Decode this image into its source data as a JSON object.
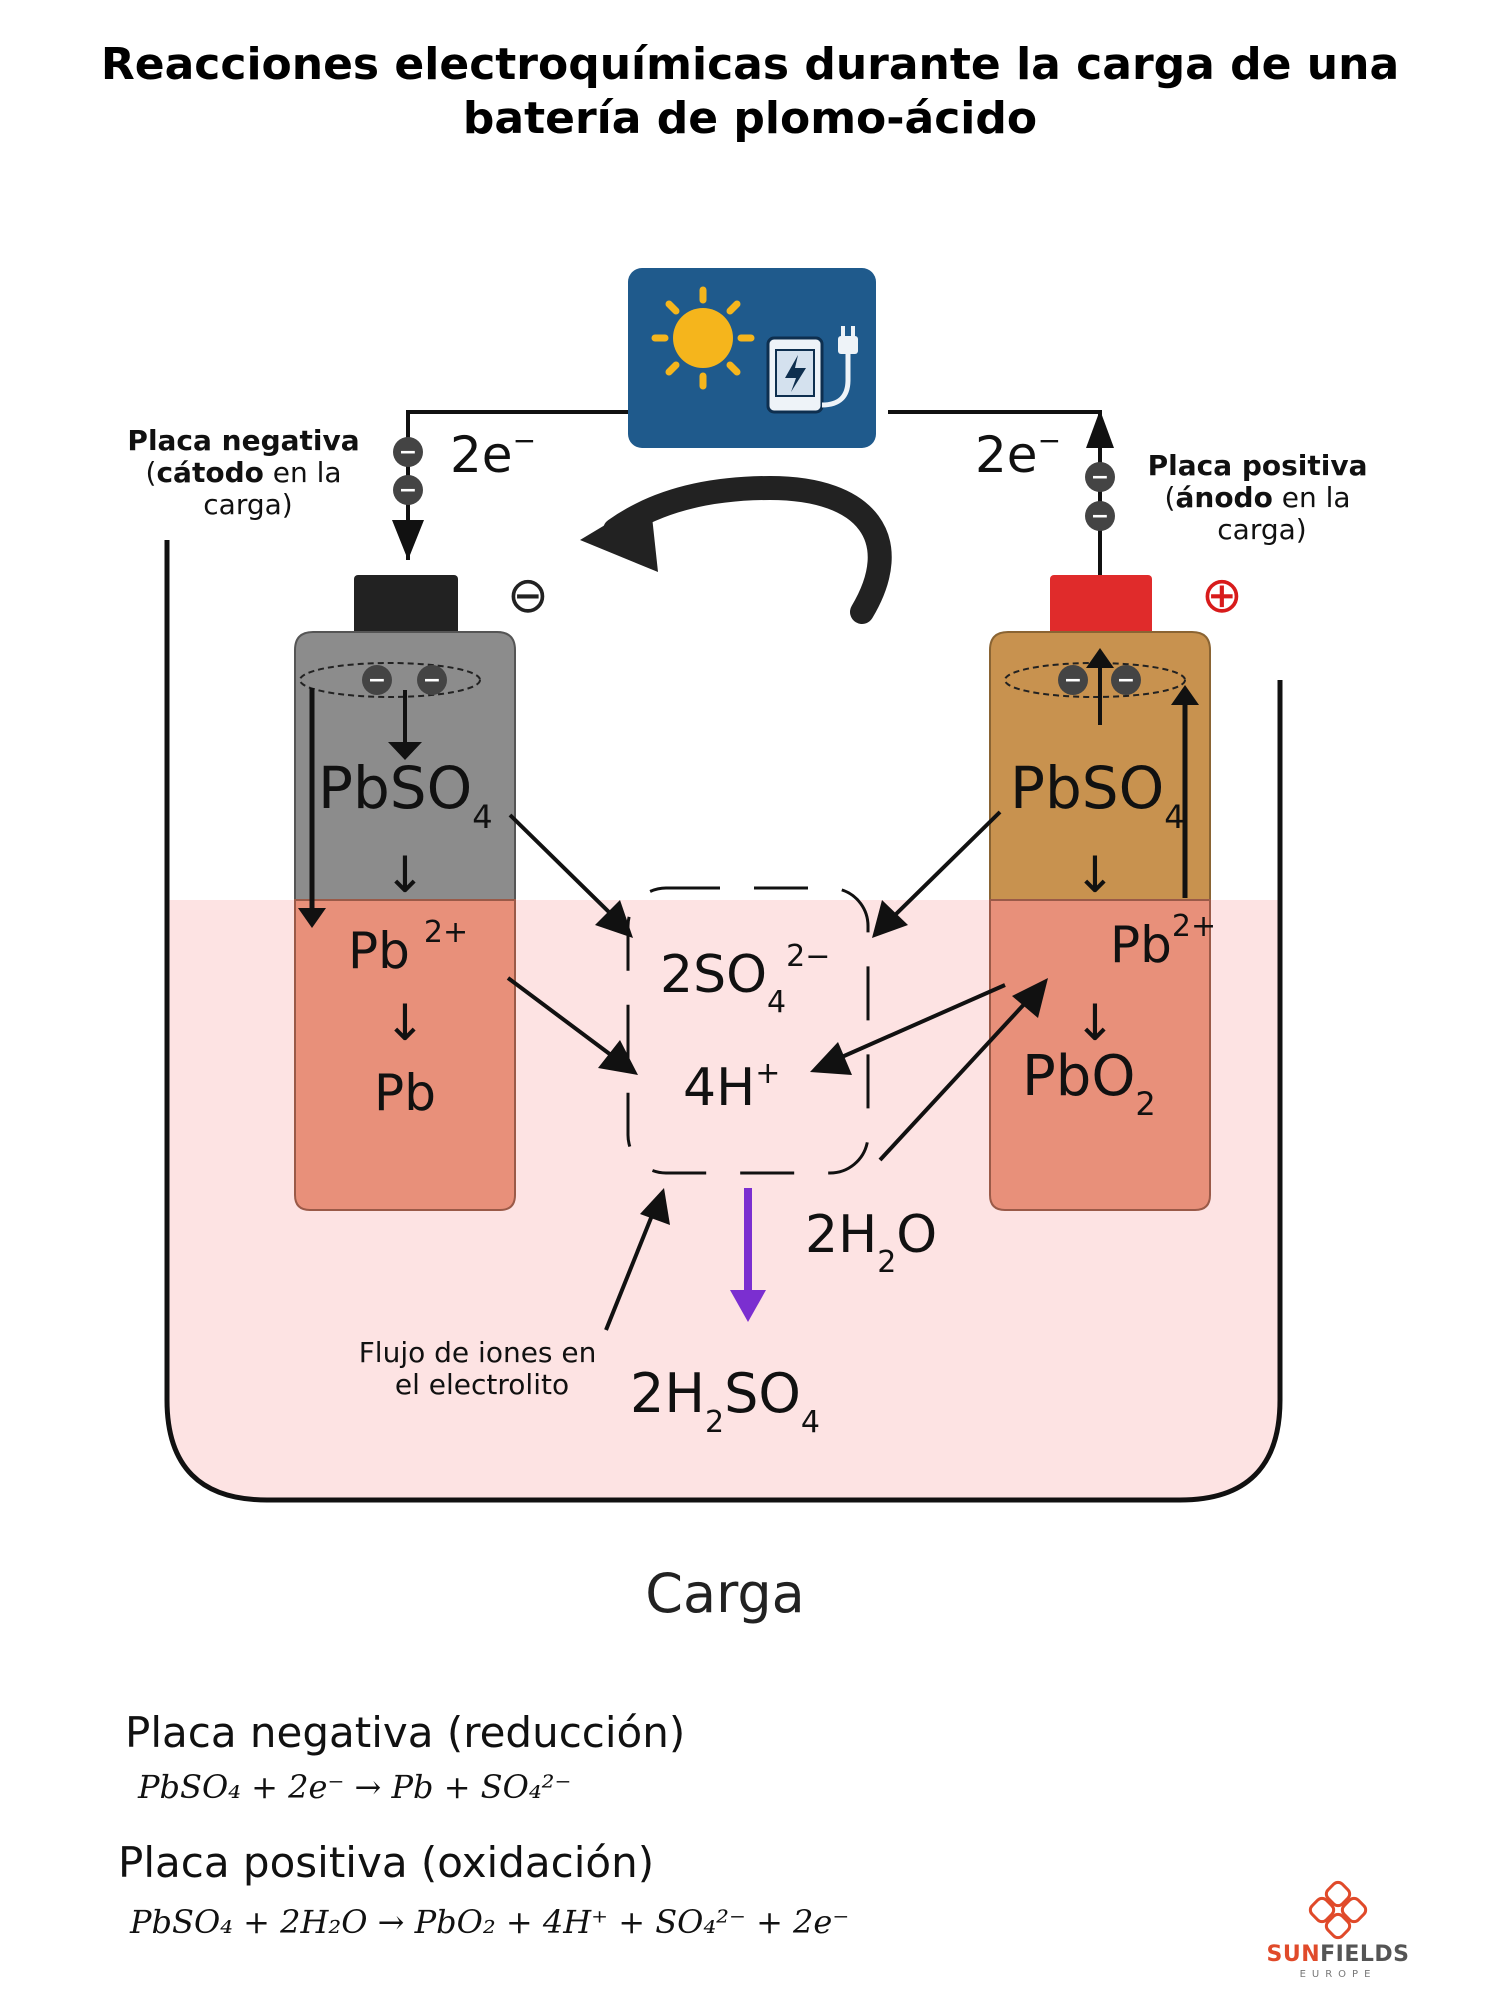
{
  "title_line1": "Reacciones electroquímicas durante la carga de una",
  "title_line2": "batería de plomo-ácido",
  "labels": {
    "neg_plate_title": "Placa negativa",
    "neg_plate_role_bold": "cátodo",
    "neg_plate_role_rest": " en la",
    "neg_plate_line3": "carga)",
    "pos_plate_title": "Placa positiva",
    "pos_plate_role_bold": "ánodo",
    "pos_plate_role_rest": " en la",
    "pos_plate_line3": "carga)",
    "electrons": "2e",
    "electrons_sup": "−",
    "neg_sign": "⊖",
    "pos_sign": "⊕",
    "electron_symbol": "−"
  },
  "species": {
    "pbso4_left": "PbSO",
    "pbso4_left_sub": "4",
    "pb2_left": "Pb",
    "pb2_left_sup": "2+",
    "pb_left": "Pb",
    "pbso4_right": "PbSO",
    "pbso4_right_sub": "4",
    "pb2_right": "Pb",
    "pb2_right_sup": "2+",
    "pbo2": "PbO",
    "pbo2_sub": "2",
    "so4": "2SO",
    "so4_sub": "4",
    "so4_sup": "2−",
    "h_ions": "4H",
    "h_ions_sup": "+",
    "water": "2H",
    "water_sub": "2",
    "water_rest": "O",
    "acid_a": "2H",
    "acid_sub1": "2",
    "acid_b": "SO",
    "acid_sub2": "4",
    "down_arrow": "↓"
  },
  "ion_flow_line1": "Flujo de iones en",
  "ion_flow_line2": "el electrolito",
  "caption": "Carga",
  "equations": {
    "neg_heading": "Placa negativa (reducción)",
    "neg_eq": "PbSO₄ + 2e⁻ → Pb + SO₄²⁻",
    "pos_heading": "Placa positiva (oxidación)",
    "pos_eq": "PbSO₄ + 2H₂O → PbO₂ + 4H⁺ + SO₄²⁻ + 2e⁻"
  },
  "logo": {
    "sun": "SUN",
    "fields": "FIELDS",
    "sub": "EUROPE"
  },
  "colors": {
    "electrolyte": "#fde3e3",
    "neg_plate_top": "#8c8c8c",
    "pos_plate_top": "#c8924f",
    "plate_submerged": "#e8907a",
    "charger_bg": "#1f5a8c",
    "sun": "#f5b51c",
    "pos_terminal": "#e02b2b",
    "acid_arrow": "#7b2fd0",
    "logo_red": "#e04a2a"
  }
}
